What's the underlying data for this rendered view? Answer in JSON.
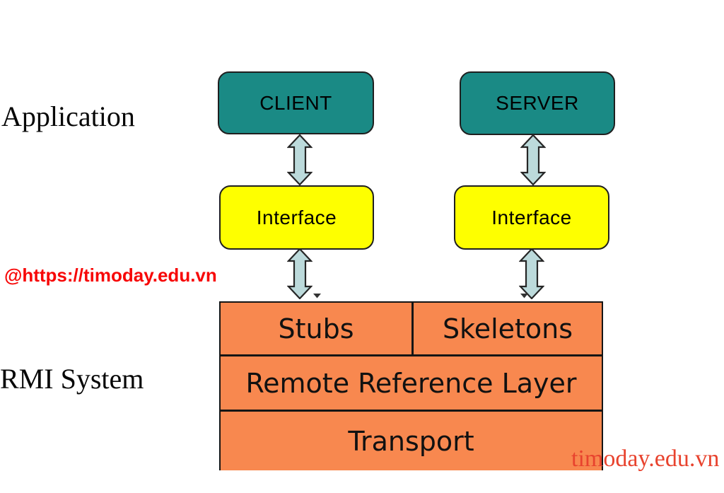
{
  "colors": {
    "app_box": "#1a8a85",
    "interface_box": "#feff00",
    "table": "#f8884f",
    "arrow_fill": "#bcdadb",
    "border": "#1f1f1f",
    "wm_red": "#f70707",
    "wm_light_red": "#e8432e"
  },
  "side_labels": {
    "application": "Application",
    "rmi_system": "RMI System"
  },
  "watermarks": {
    "inline_url": "@https://timoday.edu.vn",
    "bottom_right": "timoday.edu.vn"
  },
  "boxes": {
    "client": "CLIENT",
    "server": "SERVER",
    "client_interface": "Interface",
    "server_interface": "Interface"
  },
  "rmi_table": {
    "rows": [
      {
        "cells": [
          "Stubs",
          "Skeletons"
        ]
      },
      {
        "cells": [
          "Remote Reference Layer"
        ]
      },
      {
        "cells": [
          "Transport"
        ]
      }
    ]
  }
}
